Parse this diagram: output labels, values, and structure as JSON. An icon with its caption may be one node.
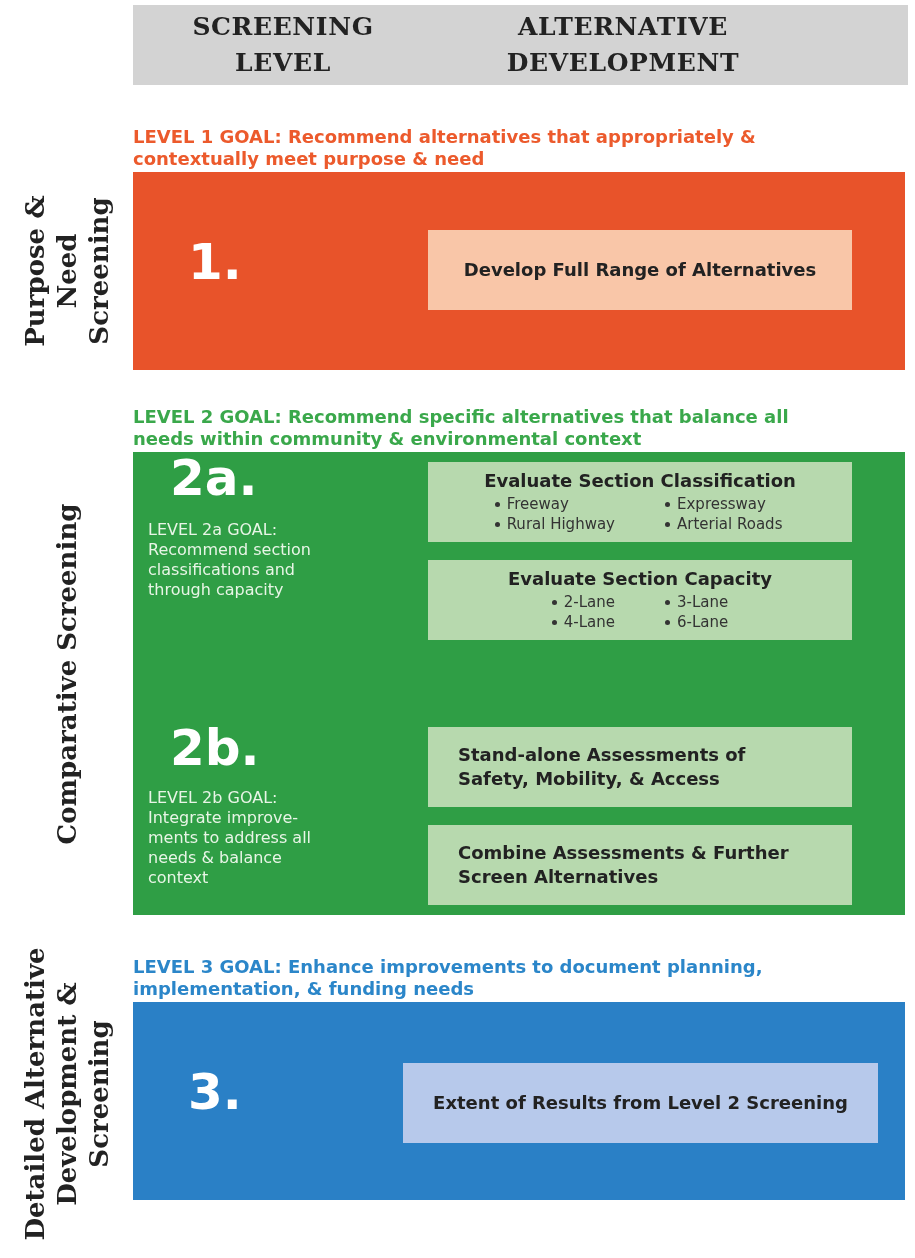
{
  "diagram": {
    "nodes": [
      {
        "text": [
          "SCREENING LEVEL",
          "ALTERNATIVE DEVELOPMENT"
        ]
      },
      {
        "text": [
          "LEVEL 1 GOAL: Recommend alternatives that appropriately & contextually meet purpose & need",
          "1."
        ],
        "beside": [
          "Purpose & Need Screening"
        ]
      },
      {
        "text": [
          "Develop Full Range of Alternatives"
        ],
        "in": 1
      },
      {
        "text": [
          "LEVEL 2 GOAL: Recommend specific alternatives that balance all needs within community & environmental context",
          "2a.",
          "LEVEL 2a GOAL: Recommend section classifications and through capacity",
          "2b.",
          "LEVEL 2b GOAL: Integrate improve- ments to address all needs & balance context"
        ],
        "beside": [
          "Comparative Screening"
        ]
      },
      {
        "text": [
          "Evaluate Section Classification",
          "Freeway",
          "Expressway",
          "Rural Highway",
          "Arterial Roads"
        ],
        "in": 3
      },
      {
        "text": [
          "Evaluate Section Capacity",
          "2-Lane",
          "3-Lane",
          "4-Lane",
          "6-Lane"
        ],
        "in": 3
      },
      {
        "text": [
          "Stand-alone Assessments of Safety, Mobility, & Access"
        ],
        "in": 3
      },
      {
        "text": [
          "Combine Assessments & Further Screen Alternatives"
        ],
        "in": 3
      },
      {
        "text": [
          "LEVEL 3 GOAL: Enhance improvements to document planning, implementation, & funding needs",
          "3."
        ],
        "beside": [
          "Detailed Alternative Development & Screening"
        ]
      },
      {
        "text": [
          "Extent of Results from Level 2 Screening"
        ],
        "in": 8
      }
    ]
  }
}
